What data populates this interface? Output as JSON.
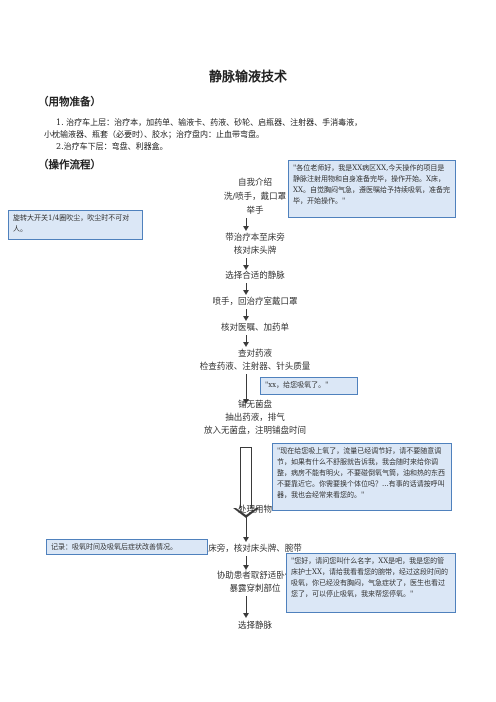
{
  "title": "静脉输液技术",
  "prep": {
    "heading": "（用物准备）",
    "item1": "1.  治疗车上层：治疗本，加药单、输液卡、药液、砂轮、启瓶器、注射器、手消毒液，",
    "item1_cont": "小枕输液器、瓶套（必要时）、胶水；治疗盘内：止血带弯盘。",
    "item2": "2.治疗车下层：弯盘、利器盒。"
  },
  "flow": {
    "heading": "（操作流程）",
    "steps": [
      "自我介绍",
      "洗/喷手，戴口罩",
      "举手",
      "带治疗本至床旁",
      "核对床头牌",
      "选择合适的静脉",
      "喷手，回治疗室戴口罩",
      "核对医嘱、加药单",
      "查对药液",
      "检查药液、注射器、针头质量",
      "铺无菌盘",
      "抽出药液，排气",
      "放入无菌盘，注明铺盘时间",
      "处理用物",
      "床旁，核对床头牌、腕带",
      "协助患者取舒适卧位",
      "暴露穿刺部位",
      "选择静脉"
    ]
  },
  "notes": {
    "intro_speech": "\"各位老师好，我是XX病区XX,今天操作的项目是静脉注射用物和自身准备完毕，操作开始。X床，XX。自觉胸闷气急，遵医嘱给予持续吸氧，准备完毕，开始操作。\"",
    "valve_tip": "旋转大开关1/4圈吹尘，吹尘时不可对人。",
    "greeting": "\"xx，给您吸氧了。\"",
    "instructions": "\"现在给您吸上氧了，流量已经调节好，请不要随意调节，如果有什么不舒服就告诉我，我会随时来给你调整，病房不能有明火，不要碰倒氧气筒，油和热的东西不要靠近它。你需要换个体位吗？...有事的话请按呼叫器，我也会经常来看您的。\"",
    "record": "记录：吸氧时间及吸氧后症状改善情况。",
    "identify": "\"您好，请问您叫什么名字，XX是吧，我是您的管床护士XX，请给我看看您的腕带，经过这段时间的吸氧，你已经没有胸闷，气急症状了，医生也看过您了，可以停止吸氧，我来帮您停氧。\""
  }
}
